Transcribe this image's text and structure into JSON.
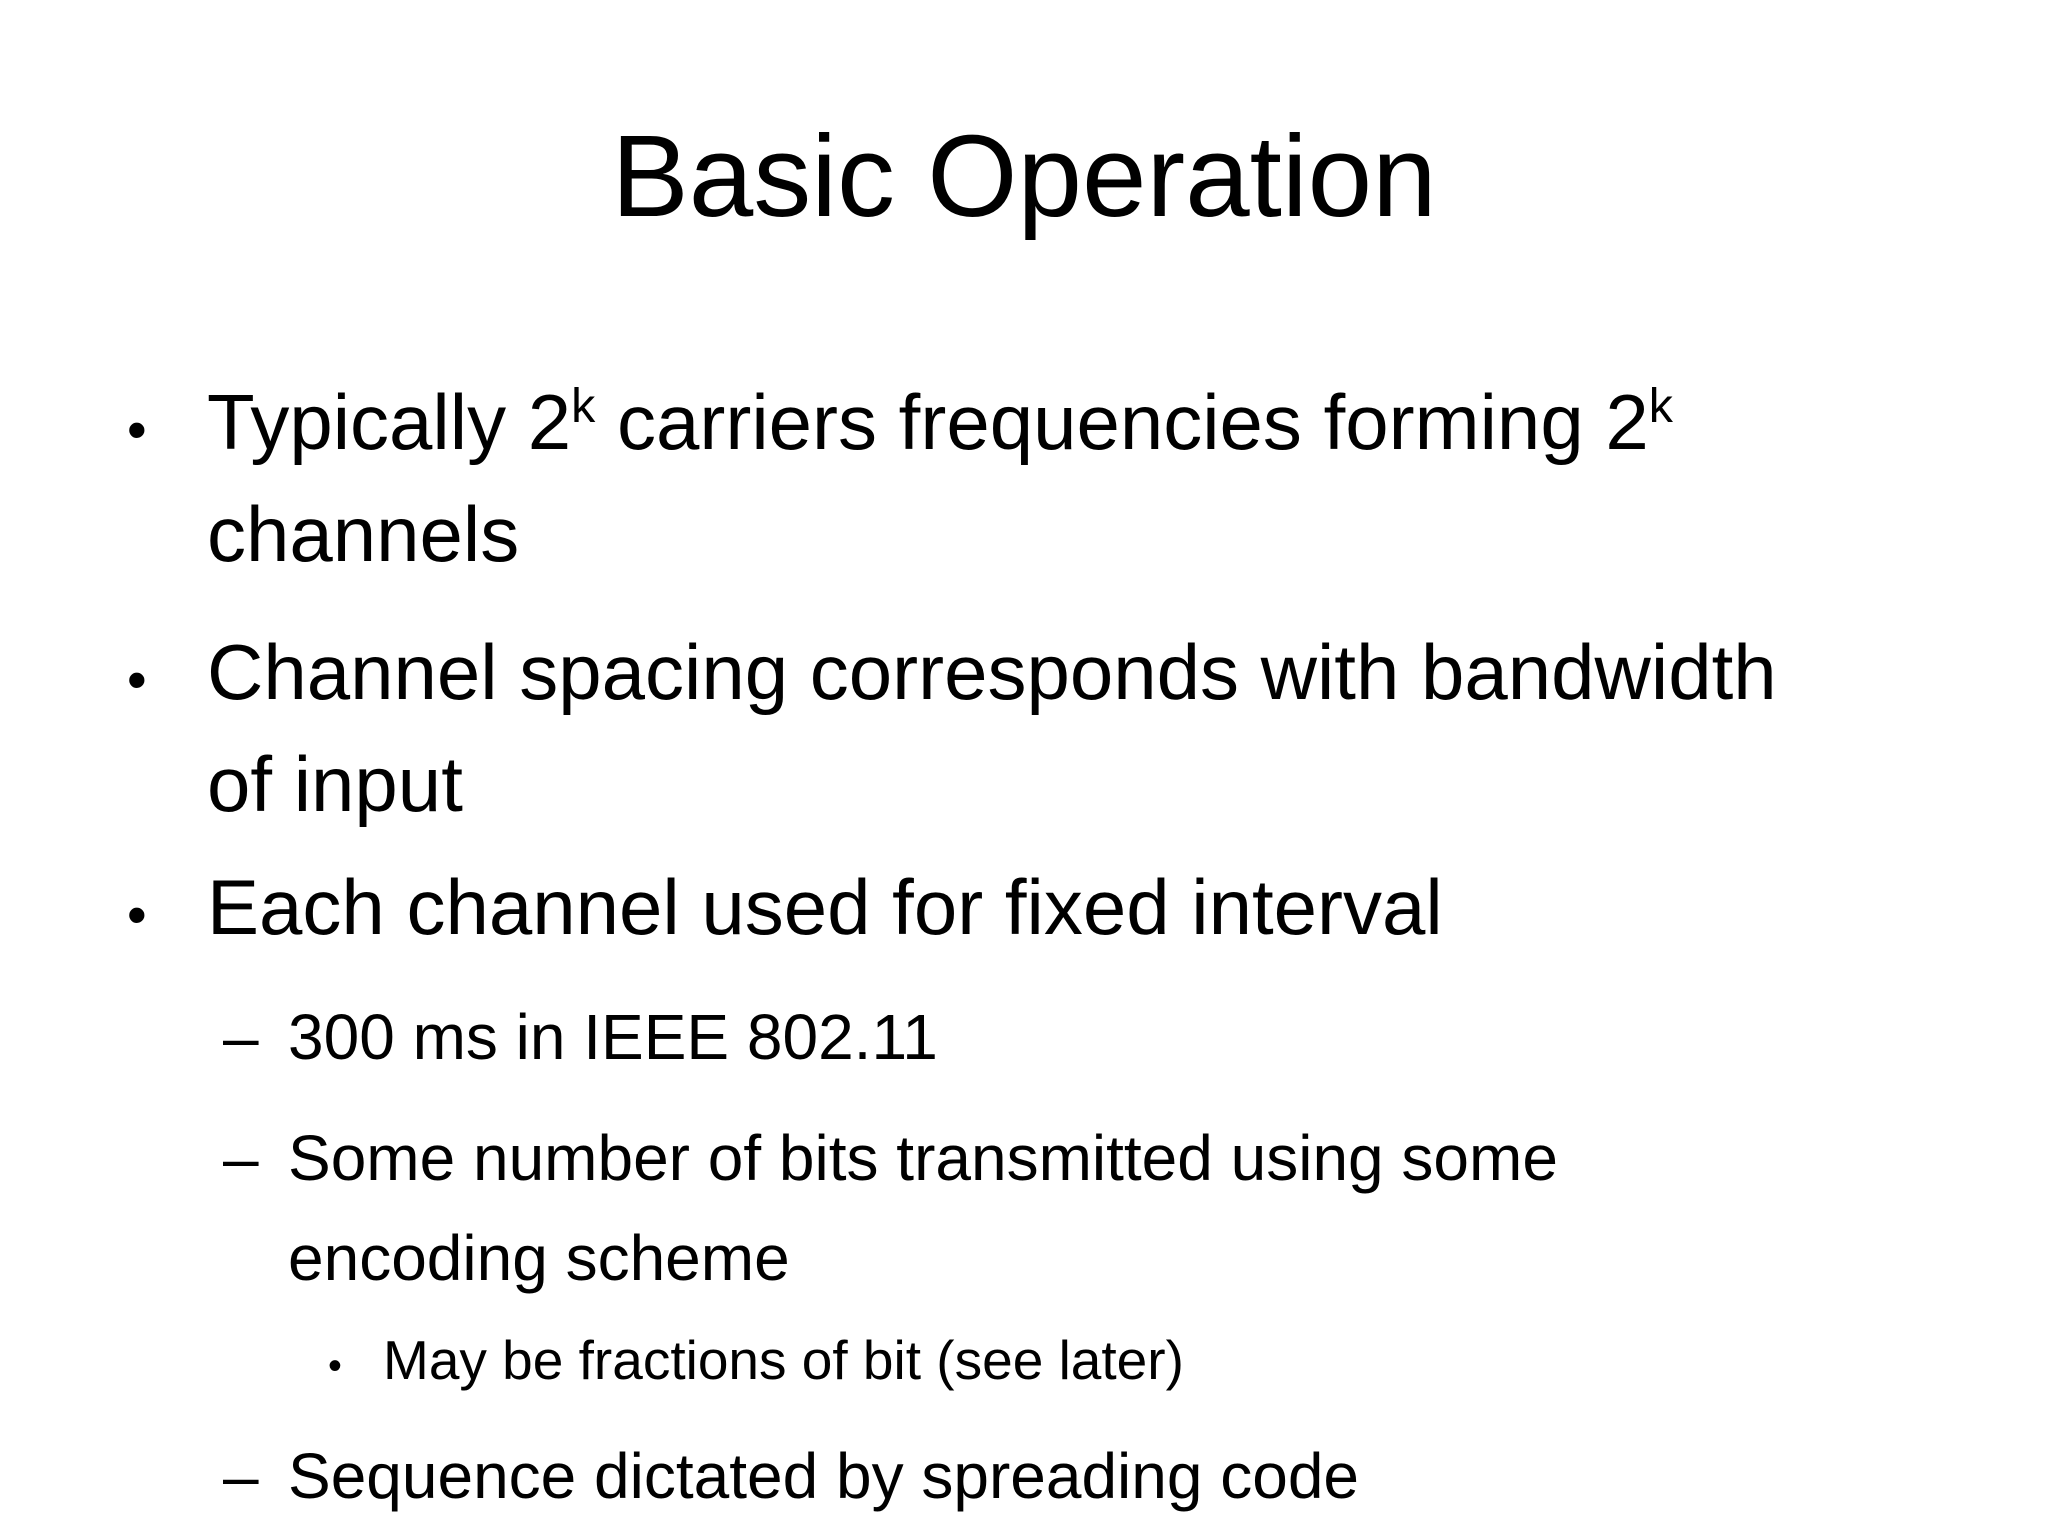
{
  "slide": {
    "title": "Basic Operation",
    "colors": {
      "background": "#ffffff",
      "text": "#000000"
    },
    "bullets": [
      {
        "level": 1,
        "marker": "•",
        "lines": [
          [
            {
              "t": "Typically 2"
            },
            {
              "t": "k",
              "sup": true
            },
            {
              "t": " carriers frequencies forming 2"
            },
            {
              "t": "k",
              "sup": true
            }
          ],
          [
            {
              "t": "channels"
            }
          ]
        ]
      },
      {
        "level": 1,
        "marker": "•",
        "lines": [
          [
            {
              "t": "Channel spacing corresponds with bandwidth"
            }
          ],
          [
            {
              "t": "of input"
            }
          ]
        ]
      },
      {
        "level": 1,
        "marker": "•",
        "lines": [
          [
            {
              "t": "Each channel used for fixed interval"
            }
          ]
        ]
      },
      {
        "level": 2,
        "marker": "–",
        "lines": [
          [
            {
              "t": "300 ms in IEEE 802.11"
            }
          ]
        ]
      },
      {
        "level": 2,
        "marker": "–",
        "lines": [
          [
            {
              "t": "Some number of bits transmitted using some"
            }
          ],
          [
            {
              "t": "encoding scheme"
            }
          ]
        ]
      },
      {
        "level": 3,
        "marker": "•",
        "lines": [
          [
            {
              "t": "May be fractions of bit (see later)"
            }
          ]
        ]
      },
      {
        "level": 2,
        "marker": "–",
        "lines": [
          [
            {
              "t": "Sequence dictated by spreading code"
            }
          ]
        ]
      }
    ]
  }
}
